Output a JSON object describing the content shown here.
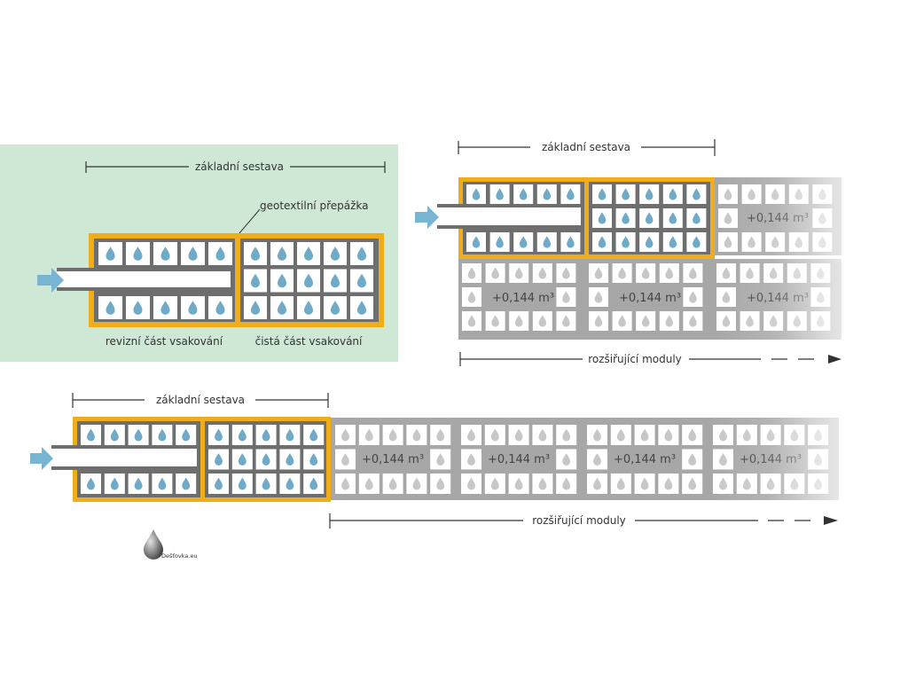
{
  "labels": {
    "base_set": "základní sestava",
    "partition": "geotextilní přepážka",
    "inspection_part": "revizní část vsakování",
    "clean_part": "čistá část vsakování",
    "extension_modules": "rozšiřující moduly",
    "module_volume": "+0,144 m³",
    "logo_text": "Dešťovka.eu"
  },
  "colors": {
    "panel_background": "#cfe7d5",
    "frame_gold": "#efac1b",
    "frame_gray": "#6e6e6e",
    "module_gray": "#a7a7a7",
    "cell_white": "#ffffff",
    "drop_blue": "#6fabc9",
    "drop_gray": "#c7c7c7",
    "arrow_blue": "#78b5d2",
    "line_dark": "#333333"
  },
  "icons": {
    "inflow": "arrow-right-icon",
    "water": "water-drop-icon",
    "logo": "drop-logo-icon"
  }
}
